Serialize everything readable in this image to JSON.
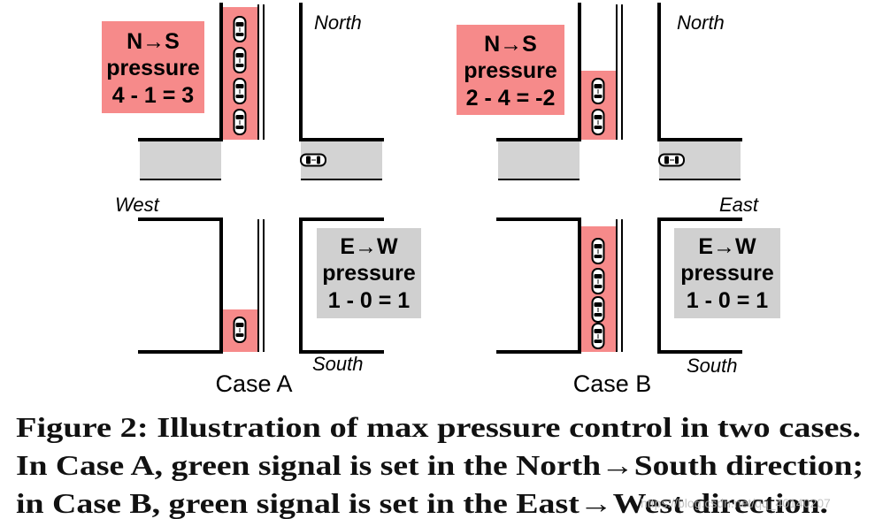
{
  "case_a": {
    "label": "Case A",
    "north_label": "North",
    "south_label": "South",
    "west_label": "West",
    "ns_box": {
      "line1": "N→S",
      "line2": "pressure",
      "line3": "4 - 1 = 3",
      "color": "#f68a8a"
    },
    "ew_box": {
      "line1": "E→W",
      "line2": "pressure",
      "line3": "1 - 0 = 1",
      "color": "#d0d0d0"
    }
  },
  "case_b": {
    "label": "Case B",
    "north_label": "North",
    "south_label": "South",
    "east_label": "East",
    "ns_box": {
      "line1": "N→S",
      "line2": "pressure",
      "line3": "2 - 4 = -2",
      "color": "#f68a8a"
    },
    "ew_box": {
      "line1": "E→W",
      "line2": "pressure",
      "line3": "1 - 0 = 1",
      "color": "#d0d0d0"
    }
  },
  "caption": {
    "line1": "Figure 2: Illustration of max pressure control in two cases.",
    "line2": "In Case A, green signal is set in the North→South direction;",
    "line3": "in Case B, green signal is set in the East→West direction."
  },
  "watermark": "https://blog.csdn.net/qq_40140207",
  "icons": {
    "car": "car-icon"
  },
  "colors": {
    "pressure_lane": "#f68a8a",
    "neutral_lane": "#d3d3d3"
  }
}
